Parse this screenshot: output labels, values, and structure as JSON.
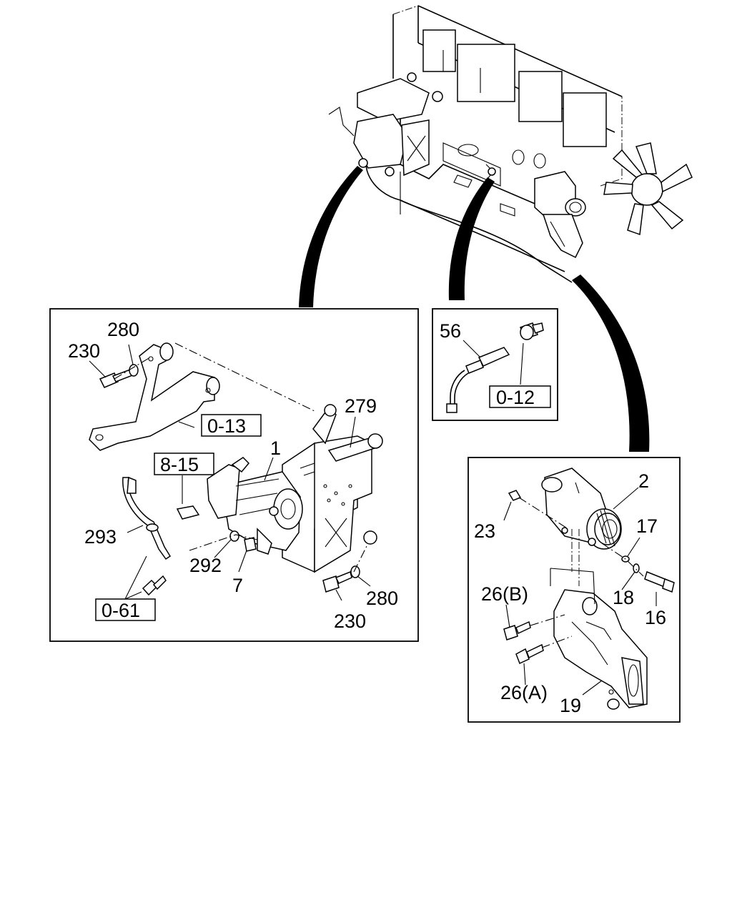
{
  "diagram": {
    "callouts": {
      "engine_view": {},
      "starter_panel": {
        "l280a": "280",
        "l230a": "230",
        "l279": "279",
        "l1": "1",
        "l293": "293",
        "l292": "292",
        "l7": "7",
        "l280b": "280",
        "l230b": "230",
        "ref013": "0-13",
        "ref815": "8-15",
        "ref061": "0-61"
      },
      "sensor_panel": {
        "l56": "56",
        "ref012": "0-12"
      },
      "alternator_panel": {
        "l2": "2",
        "l23": "23",
        "l17": "17",
        "l18": "18",
        "l16": "16",
        "l26b": "26(B)",
        "l26a": "26(A)",
        "l19": "19"
      }
    }
  }
}
